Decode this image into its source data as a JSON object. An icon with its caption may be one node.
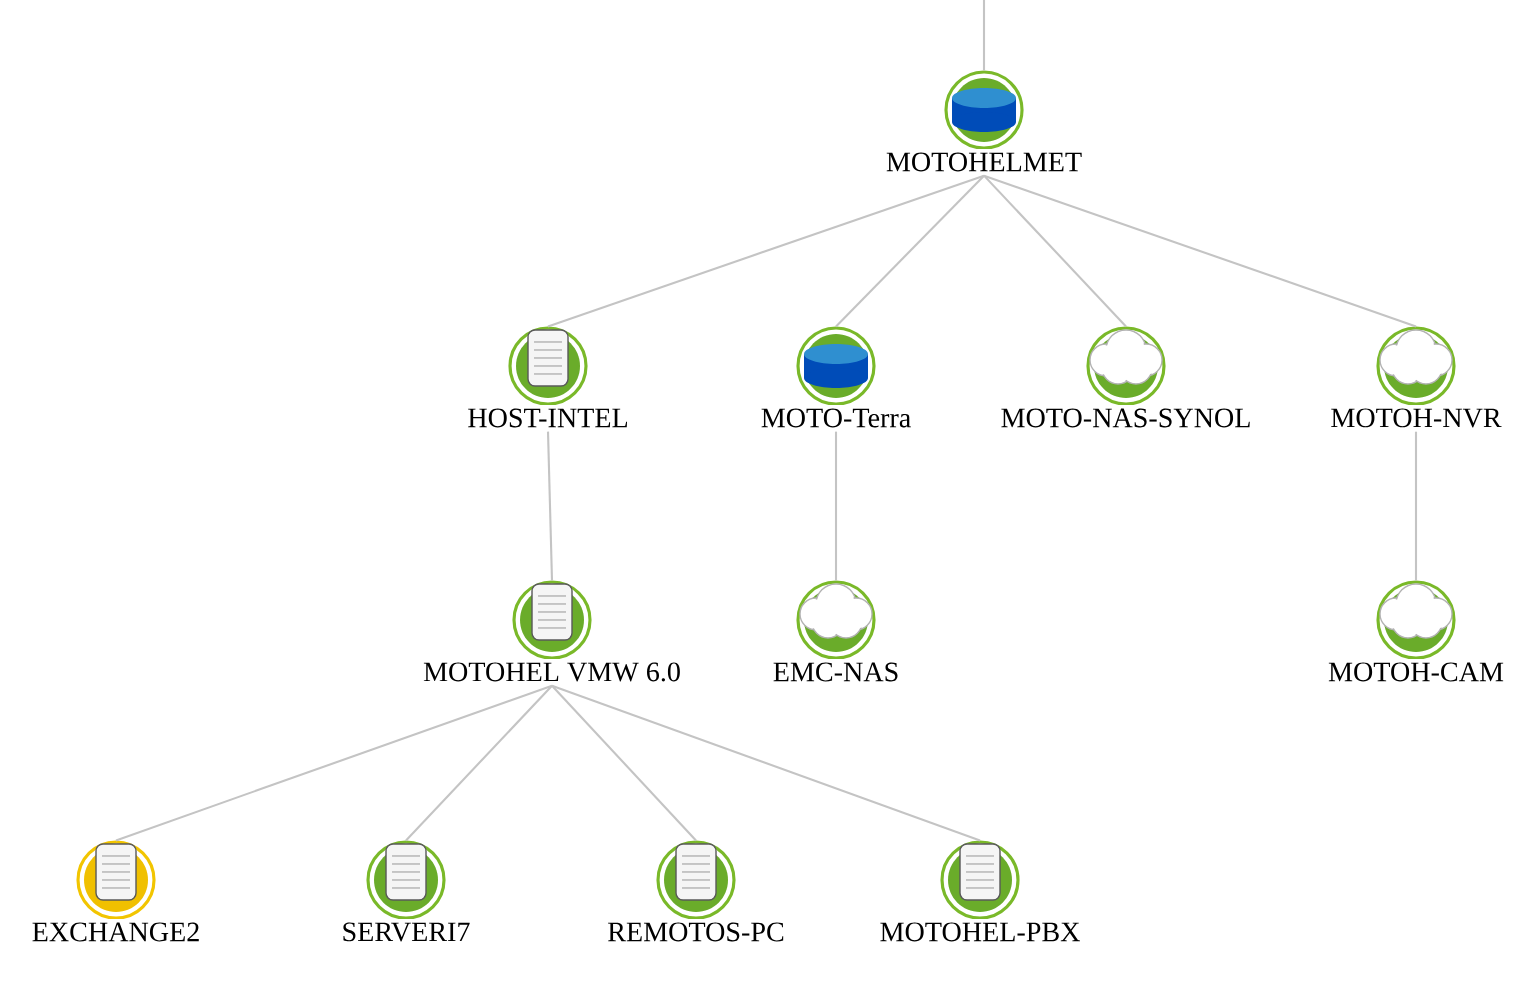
{
  "diagram": {
    "nodes": [
      {
        "text": [
          "MOTOHELMET"
        ]
      },
      {
        "text": [
          "HOST-INTEL"
        ]
      },
      {
        "text": [
          "MOTO-Terra"
        ]
      },
      {
        "text": [
          "MOTO-NAS-SYNOL"
        ]
      },
      {
        "text": [
          "MOTOH-NVR"
        ]
      },
      {
        "text": [
          "MOTOHEL VMW 6.0"
        ]
      },
      {
        "text": [
          "EMC-NAS"
        ]
      },
      {
        "text": [
          "MOTOH-CAM"
        ]
      },
      {
        "text": [
          "EXCHANGE2"
        ]
      },
      {
        "text": [
          "SERVERI7"
        ]
      },
      {
        "text": [
          "REMOTOS-PC"
        ]
      },
      {
        "text": [
          "MOTOHEL-PBX"
        ]
      }
    ],
    "edges": [
      {
        "from": null,
        "to": 0,
        "arrow": "none"
      },
      {
        "from": 0,
        "to": 1,
        "arrow": "none"
      },
      {
        "from": 0,
        "to": 2,
        "arrow": "none"
      },
      {
        "from": 0,
        "to": 3,
        "arrow": "none"
      },
      {
        "from": 0,
        "to": 4,
        "arrow": "none"
      },
      {
        "from": 1,
        "to": 5,
        "arrow": "none"
      },
      {
        "from": 2,
        "to": 6,
        "arrow": "none"
      },
      {
        "from": 4,
        "to": 7,
        "arrow": "none"
      },
      {
        "from": 5,
        "to": 8,
        "arrow": "none"
      },
      {
        "from": 5,
        "to": 9,
        "arrow": "none"
      },
      {
        "from": 5,
        "to": 10,
        "arrow": "none"
      },
      {
        "from": 5,
        "to": 11,
        "arrow": "none"
      }
    ]
  }
}
